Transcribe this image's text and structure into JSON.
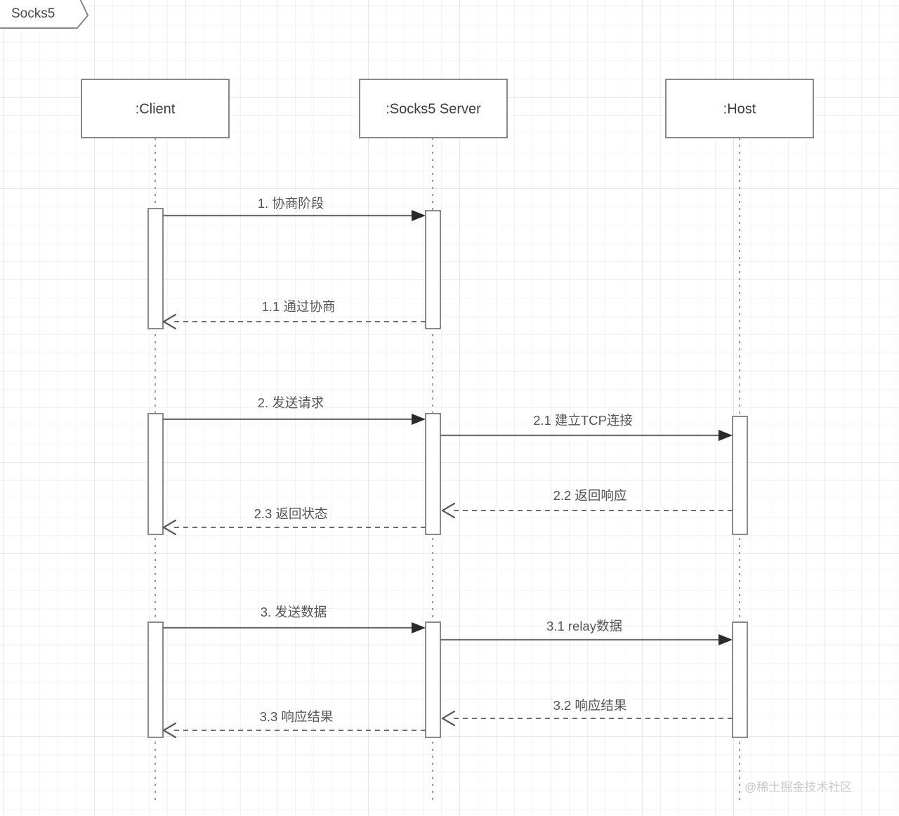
{
  "diagram": {
    "type": "uml-sequence-diagram",
    "frame_label": "Socks5",
    "watermark": "@稀土掘金技术社区",
    "participants": [
      {
        "id": "client",
        "label": ":Client"
      },
      {
        "id": "server",
        "label": ":Socks5 Server"
      },
      {
        "id": "host",
        "label": ":Host"
      }
    ],
    "messages": [
      {
        "seq": "1",
        "label": "1. 协商阶段",
        "from": "client",
        "to": "server",
        "kind": "sync"
      },
      {
        "seq": "1.1",
        "label": "1.1 通过协商",
        "from": "server",
        "to": "client",
        "kind": "return"
      },
      {
        "seq": "2",
        "label": "2. 发送请求",
        "from": "client",
        "to": "server",
        "kind": "sync"
      },
      {
        "seq": "2.1",
        "label": "2.1 建立TCP连接",
        "from": "server",
        "to": "host",
        "kind": "sync"
      },
      {
        "seq": "2.2",
        "label": "2.2 返回响应",
        "from": "host",
        "to": "server",
        "kind": "return"
      },
      {
        "seq": "2.3",
        "label": "2.3 返回状态",
        "from": "server",
        "to": "client",
        "kind": "return"
      },
      {
        "seq": "3",
        "label": "3. 发送数据",
        "from": "client",
        "to": "server",
        "kind": "sync"
      },
      {
        "seq": "3.1",
        "label": "3.1 relay数据",
        "from": "server",
        "to": "host",
        "kind": "sync"
      },
      {
        "seq": "3.2",
        "label": "3.2 响应结果",
        "from": "host",
        "to": "server",
        "kind": "return"
      },
      {
        "seq": "3.3",
        "label": "3.3 响应结果",
        "from": "client",
        "to": "client",
        "kind": "return"
      }
    ],
    "colors": {
      "stroke": "#888888",
      "text": "#4a4a4a",
      "arrow": "#2b2b2b",
      "background": "#ffffff",
      "grid": "#f0f0f0",
      "watermark": "#c9c9c9"
    }
  }
}
